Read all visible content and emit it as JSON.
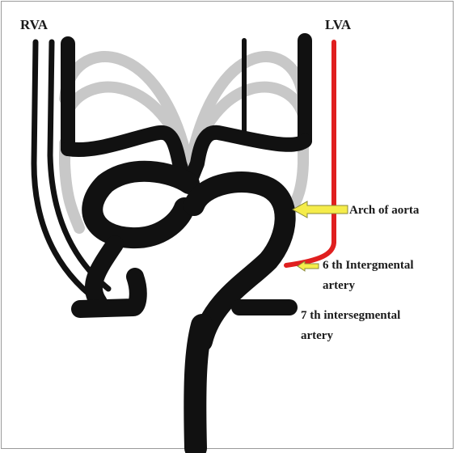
{
  "labels": {
    "rva": "RVA",
    "lva": "LVA",
    "arch_of_aorta": "Arch of aorta",
    "sixth_line1": "6 th Intergmental",
    "sixth_line2": "artery",
    "seventh_line1": "7 th intersegmental",
    "seventh_line2": "artery"
  },
  "colors": {
    "vessel": "#111111",
    "regressed_vessel": "#c8c8c8",
    "vertebral_artery": "#e01f1f",
    "pointer_arrow": "#f5ec4a",
    "pointer_arrow_outline": "#8a8a3a",
    "text": "#1a1a1a"
  }
}
